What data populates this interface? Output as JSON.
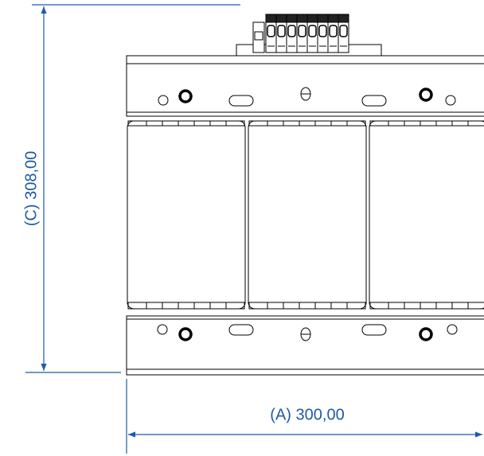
{
  "dimensions": {
    "width_label": "(A) 300,00",
    "height_label": "(C) 308,00"
  },
  "colors": {
    "dimension": "#1f5aa6",
    "outline": "#000000",
    "background": "#ffffff"
  },
  "terminal_block": {
    "terminal_count": 8
  }
}
